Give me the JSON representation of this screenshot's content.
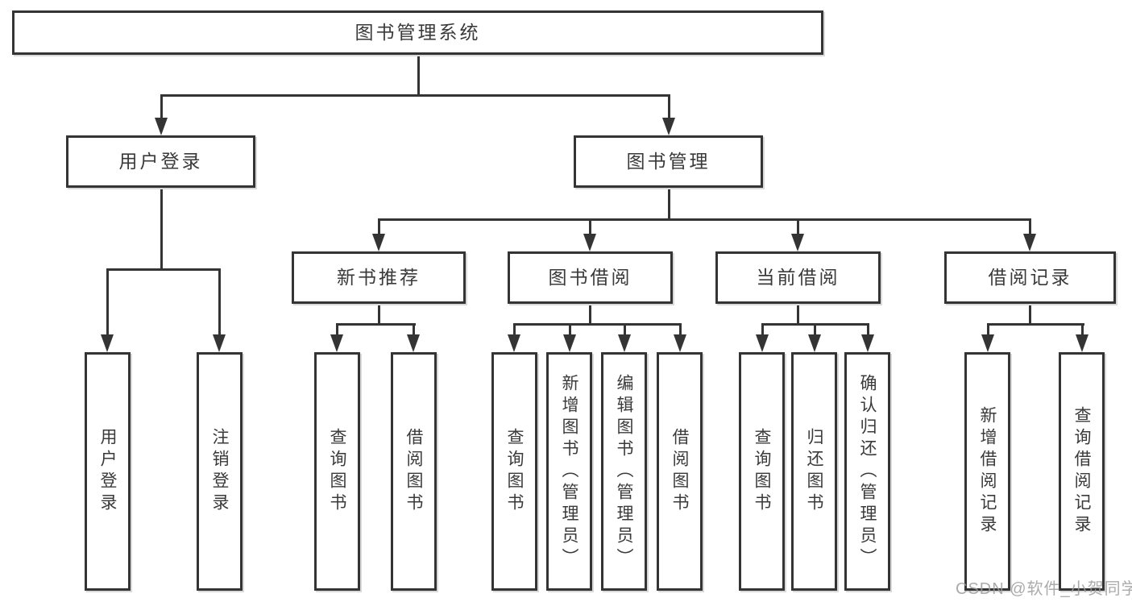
{
  "tree": {
    "root": "图书管理系统",
    "children": [
      {
        "label": "用户登录",
        "children": [
          {
            "label": "用户登录"
          },
          {
            "label": "注销登录"
          }
        ]
      },
      {
        "label": "图书管理",
        "children": [
          {
            "label": "新书推荐",
            "children": [
              {
                "label": "查询图书"
              },
              {
                "label": "借阅图书"
              }
            ]
          },
          {
            "label": "图书借阅",
            "children": [
              {
                "label": "查询图书"
              },
              {
                "label": "新增图书（管理员）"
              },
              {
                "label": "编辑图书（管理员）"
              },
              {
                "label": "借阅图书"
              }
            ]
          },
          {
            "label": "当前借阅",
            "children": [
              {
                "label": "查询图书"
              },
              {
                "label": "归还图书"
              },
              {
                "label": "确认归还（管理员）"
              }
            ]
          },
          {
            "label": "借阅记录",
            "children": [
              {
                "label": "新增借阅记录"
              },
              {
                "label": "查询借阅记录"
              }
            ]
          }
        ]
      }
    ]
  },
  "watermark": {
    "text": "CSDN @软件_小贺同学"
  },
  "colors": {
    "line": "#343434",
    "box_border": "#343434",
    "text": "#3a3a3a",
    "background": "#ffffff",
    "watermark": "#9e9b9b"
  }
}
